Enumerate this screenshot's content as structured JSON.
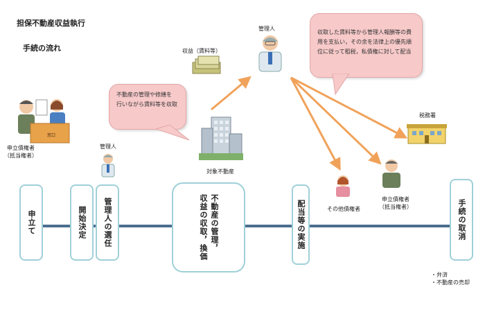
{
  "title": "担保不動産収益執行",
  "subtitle": "手続の流れ",
  "labels": {
    "income": "収益（賃料等）",
    "manager_top": "管理人",
    "manager_small": "管理人",
    "target": "対象不動産",
    "tax_office": "税務署",
    "applicant": "申立債権者\n（抵当権者）",
    "applicant_right": "申立債権者\n（抵当権者）",
    "other_creditor": "その他債権者"
  },
  "bubbles": {
    "left": "不動産の管理や修繕を\n行いながら賃料等を収取",
    "right": "収取した賃料等から管理人報酬等の費\n用を支払い，その余を法律上の優先順\n位に従って租税，私債権に対して配当"
  },
  "steps": [
    "申立て",
    "開始決定",
    "管理人の選任",
    "不動産の管理，\n収益の収取，換価",
    "配当等の実施",
    "手続の取消"
  ],
  "notes": [
    "・弁済",
    "・不動産の売却"
  ],
  "colors": {
    "bubble": "#f7c9c9",
    "step_border": "#9fd0d8",
    "timeline": "#4c6e8f",
    "arrow": "#f0a25a"
  }
}
